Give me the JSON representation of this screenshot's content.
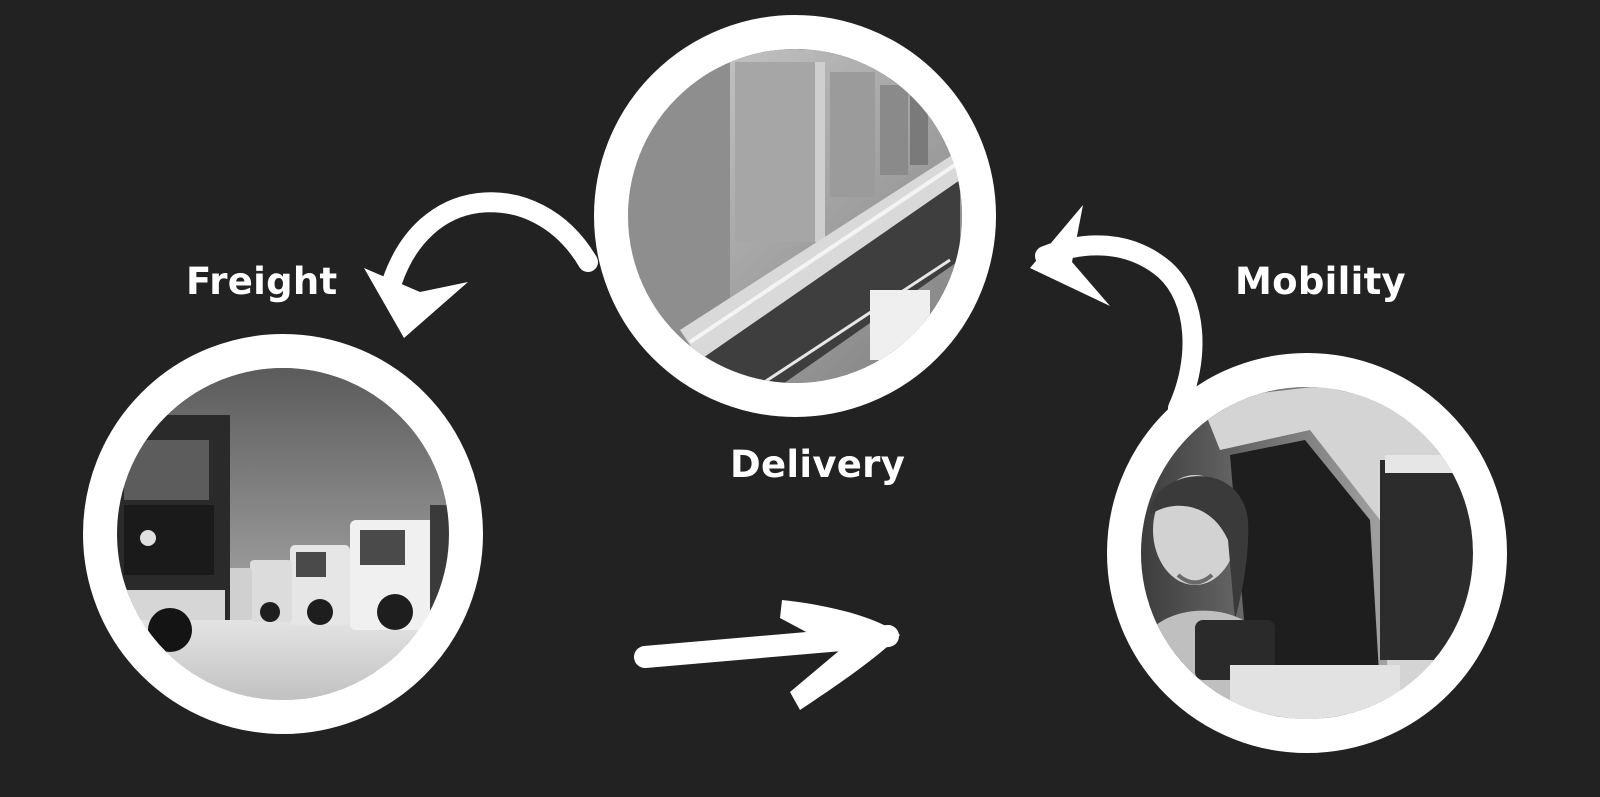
{
  "diagram": {
    "nodes": [
      {
        "id": "delivery",
        "label": "Delivery",
        "photo": "boxes-on-conveyor"
      },
      {
        "id": "freight",
        "label": "Freight",
        "photo": "parked-semi-trucks"
      },
      {
        "id": "mobility",
        "label": "Mobility",
        "photo": "smiling-woman-in-car-with-phone"
      }
    ],
    "arrows": [
      {
        "from": "delivery",
        "to": "freight"
      },
      {
        "from": "freight",
        "to": "mobility"
      },
      {
        "from": "mobility",
        "to": "delivery"
      }
    ]
  },
  "colors": {
    "background": "#222222",
    "foreground": "#ffffff"
  }
}
